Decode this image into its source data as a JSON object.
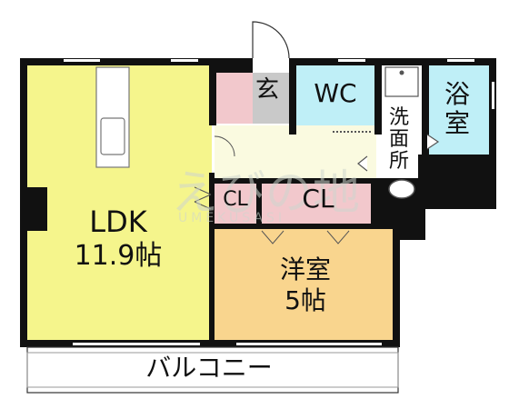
{
  "rooms": {
    "ldk": {
      "name": "LDK",
      "size": "11.9帖",
      "color": "#f5f58c"
    },
    "western": {
      "name": "洋室",
      "size": "5帖",
      "color": "#f9d58e"
    },
    "entrance": {
      "name": "玄",
      "color": "#f2c8cc"
    },
    "wc": {
      "name": "WC",
      "color": "#bfeff7"
    },
    "bath": {
      "name": "浴室",
      "color": "#bfeff7"
    },
    "washroom": {
      "name": "洗面所",
      "color": "#ffffff"
    },
    "closet_small": {
      "name": "CL",
      "color": "#f2c8cc"
    },
    "closet_large": {
      "name": "CL",
      "color": "#f2c8cc"
    },
    "hall": {
      "color": "#fafae0"
    }
  },
  "balcony": {
    "name": "バルコニー"
  },
  "watermark": {
    "text": "えびの地",
    "subtext": "UMEKUSASI"
  }
}
